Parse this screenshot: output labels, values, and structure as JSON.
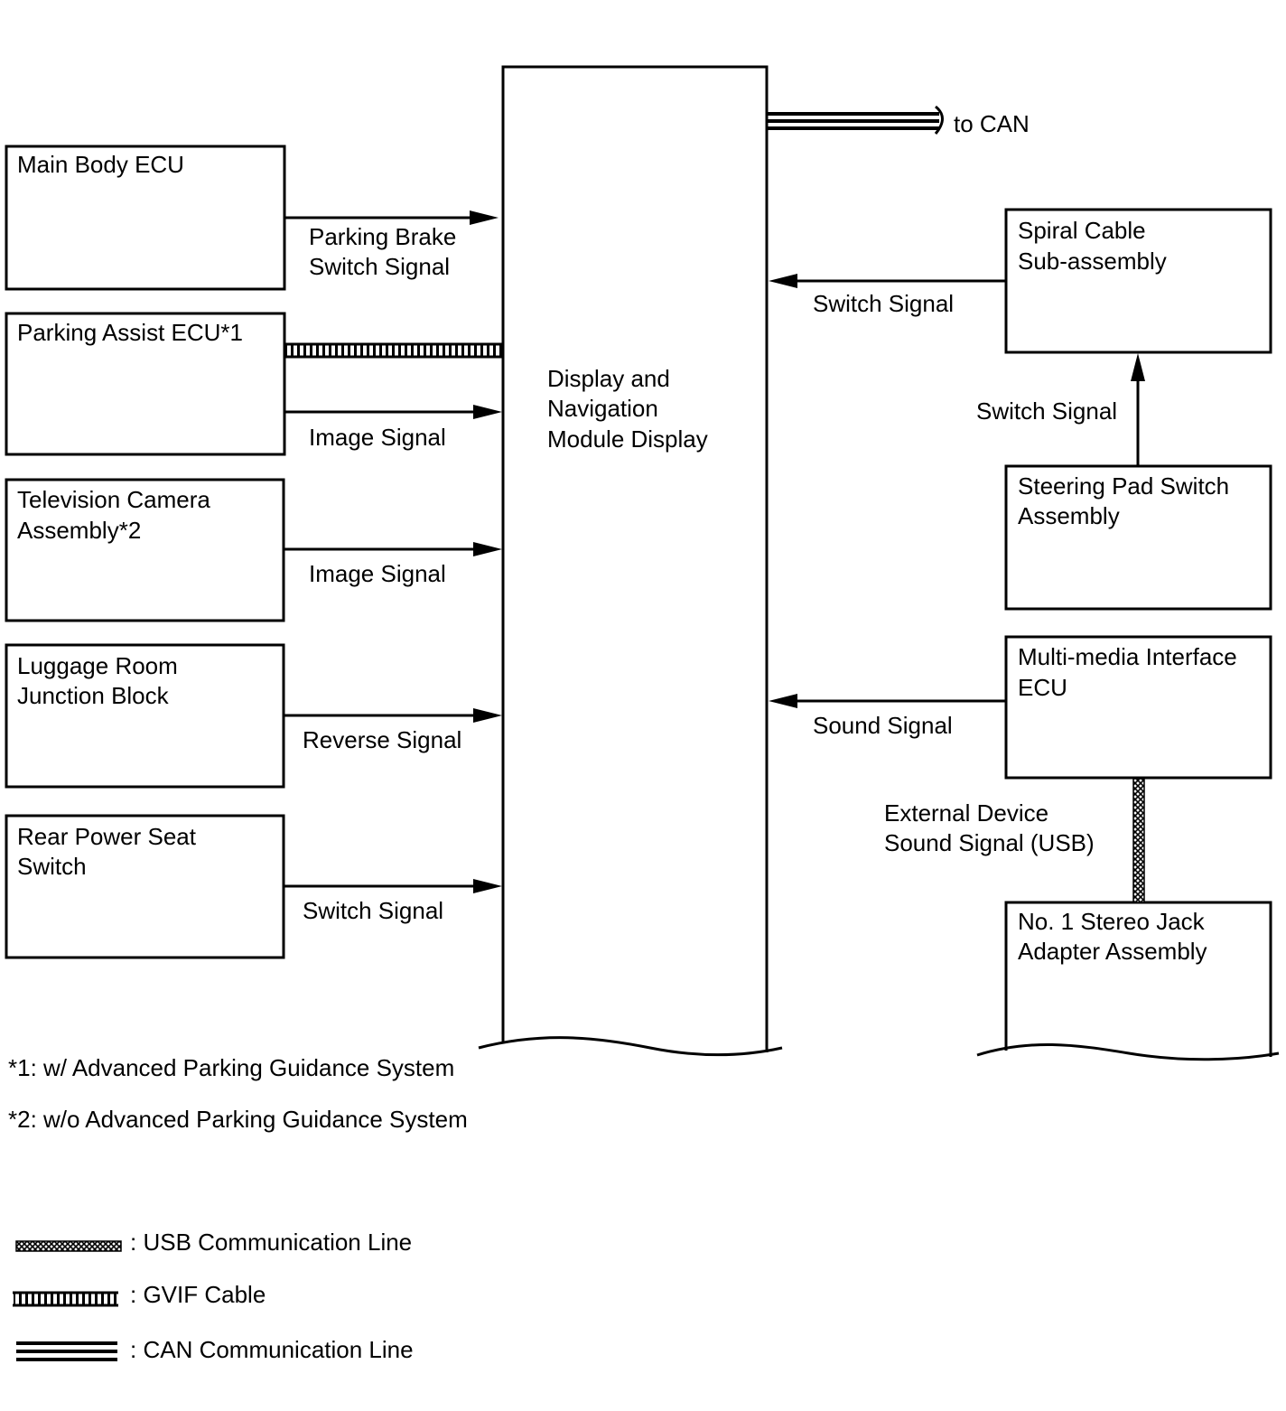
{
  "diagram": {
    "center": {
      "line1": "Display and",
      "line2": "Navigation",
      "line3": "Module Display"
    },
    "can_label": "to CAN",
    "left_boxes": {
      "main_body": {
        "line1": "Main Body ECU"
      },
      "parking_assist": {
        "line1": "Parking Assist ECU*1"
      },
      "tv_camera": {
        "line1": "Television Camera",
        "line2": "Assembly*2"
      },
      "luggage": {
        "line1": "Luggage Room",
        "line2": "Junction Block"
      },
      "rear_seat": {
        "line1": "Rear Power Seat",
        "line2": "Switch"
      }
    },
    "right_boxes": {
      "spiral": {
        "line1": "Spiral Cable",
        "line2": "Sub-assembly"
      },
      "steering": {
        "line1": "Steering Pad Switch",
        "line2": "Assembly"
      },
      "multimedia": {
        "line1": "Multi-media Interface",
        "line2": "ECU"
      },
      "stereo_jack": {
        "line1": "No. 1 Stereo Jack",
        "line2": "Adapter Assembly"
      }
    },
    "signals": {
      "parking_brake": {
        "line1": "Parking Brake",
        "line2": "Switch Signal"
      },
      "image1": "Image Signal",
      "image2": "Image Signal",
      "reverse": "Reverse Signal",
      "rear_switch": "Switch Signal",
      "spiral_switch": "Switch Signal",
      "steering_switch": "Switch Signal",
      "sound": "Sound Signal",
      "external": {
        "line1": "External Device",
        "line2": "Sound Signal (USB)"
      }
    }
  },
  "notes": {
    "note1": "*1: w/ Advanced Parking Guidance System",
    "note2": "*2: w/o Advanced Parking Guidance System"
  },
  "legend": {
    "usb": ": USB Communication Line",
    "gvif": ": GVIF Cable",
    "can": ": CAN Communication Line"
  }
}
